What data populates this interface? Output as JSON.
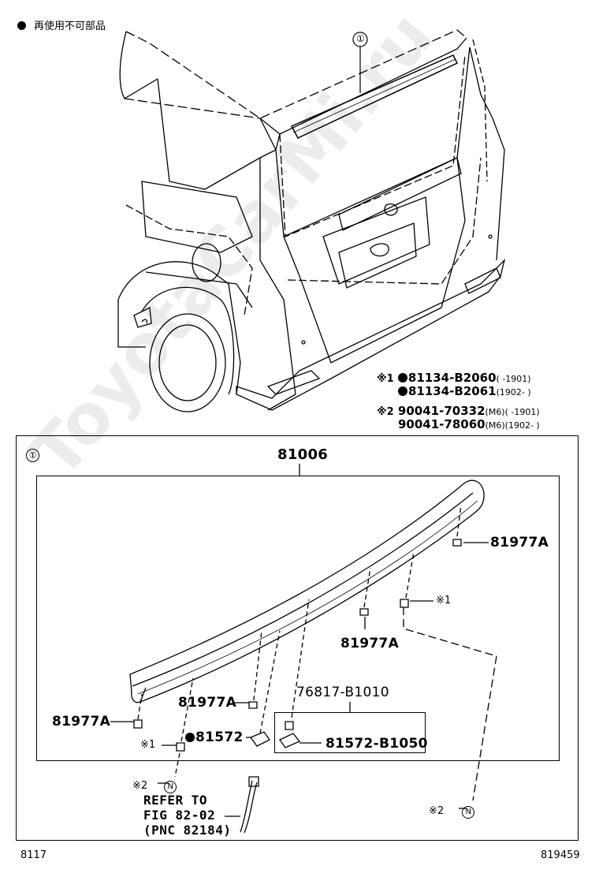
{
  "legend": {
    "text": "再使用不可部品"
  },
  "callout_top": "①",
  "notes": {
    "n1_mark": "※1",
    "n1_pn1": "81134-B2060",
    "n1_rng1": "(      -1901)",
    "n1_pn2": "81134-B2061",
    "n1_rng2": "(1902-      )",
    "n2_mark": "※2",
    "n2_pn1": "90041-70332",
    "n2_rng1": "(M6)(      -1901)",
    "n2_pn2": "90041-78060",
    "n2_rng2": "(M6)(1902-      )"
  },
  "detail": {
    "callout": "①",
    "assembly_pn": "81006",
    "clip_right": "81977A",
    "clip_mid": "81977A",
    "clip_lower": "81977A",
    "clip_left": "81977A",
    "mark1_right": "※1",
    "mark1_left": "※1",
    "lamp_pn": "81572",
    "bulb_set_pn": "76817-B1010",
    "bulb_pn": "81572-B1050",
    "mark2_left": "※2",
    "mark2_right": "※2",
    "n_letter": "N",
    "refer_line1": "REFER TO",
    "refer_line2": "FIG 82-02",
    "refer_line3": "(PNC 82184)"
  },
  "footer": {
    "left": "8117",
    "right": "819459"
  },
  "watermark": "ToyotaCarMi.ru"
}
